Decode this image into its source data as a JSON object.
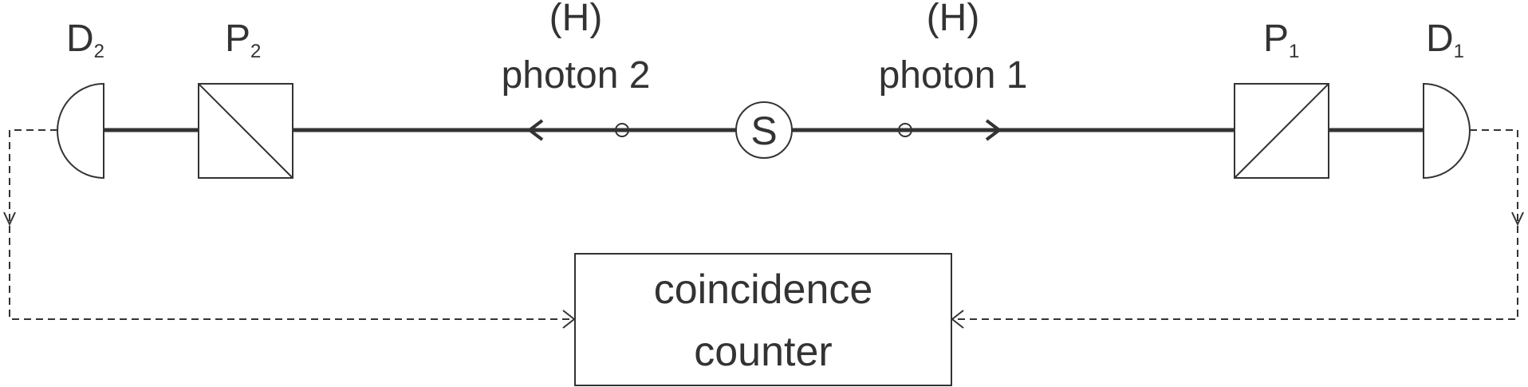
{
  "labels": {
    "detector_2": "D",
    "detector_2_sub": "2",
    "polarizer_2": "P",
    "polarizer_2_sub": "2",
    "polarizer_1": "P",
    "polarizer_1_sub": "1",
    "detector_1": "D",
    "detector_1_sub": "1",
    "photon_2": "photon 2",
    "photon_2_pol": "(H)",
    "photon_1": "photon 1",
    "photon_1_pol": "(H)",
    "source": "S",
    "counter_line1": "coincidence",
    "counter_line2": "counter"
  },
  "colors": {
    "stroke": "#333333",
    "background": "#ffffff"
  }
}
